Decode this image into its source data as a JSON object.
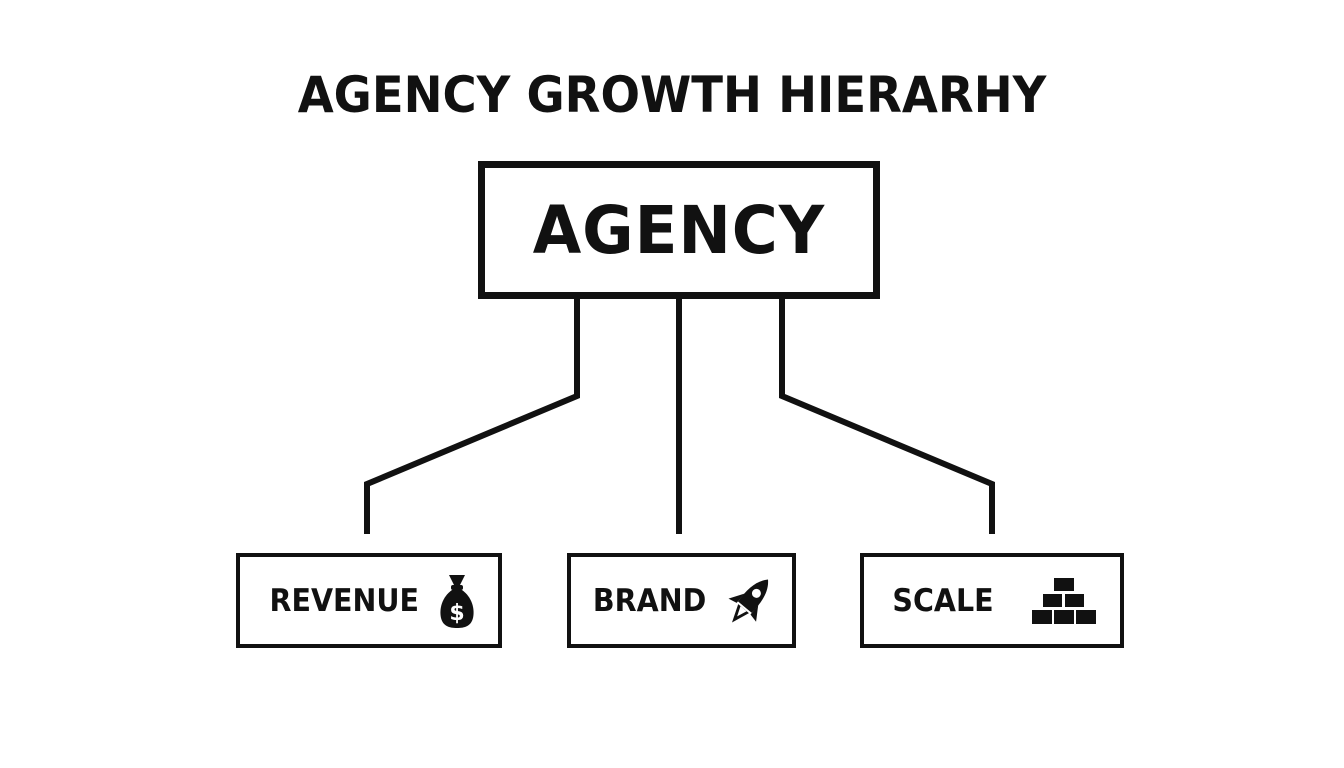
{
  "diagram": {
    "title": "AGENCY GROWTH HIERARHY",
    "root": {
      "label": "AGENCY"
    },
    "children": [
      {
        "label": "REVENUE",
        "icon": "money-bag-icon"
      },
      {
        "label": "BRAND",
        "icon": "rocket-icon"
      },
      {
        "label": "SCALE",
        "icon": "stacked-blocks-icon"
      }
    ],
    "colors": {
      "stroke": "#111111",
      "background": "#ffffff"
    }
  }
}
